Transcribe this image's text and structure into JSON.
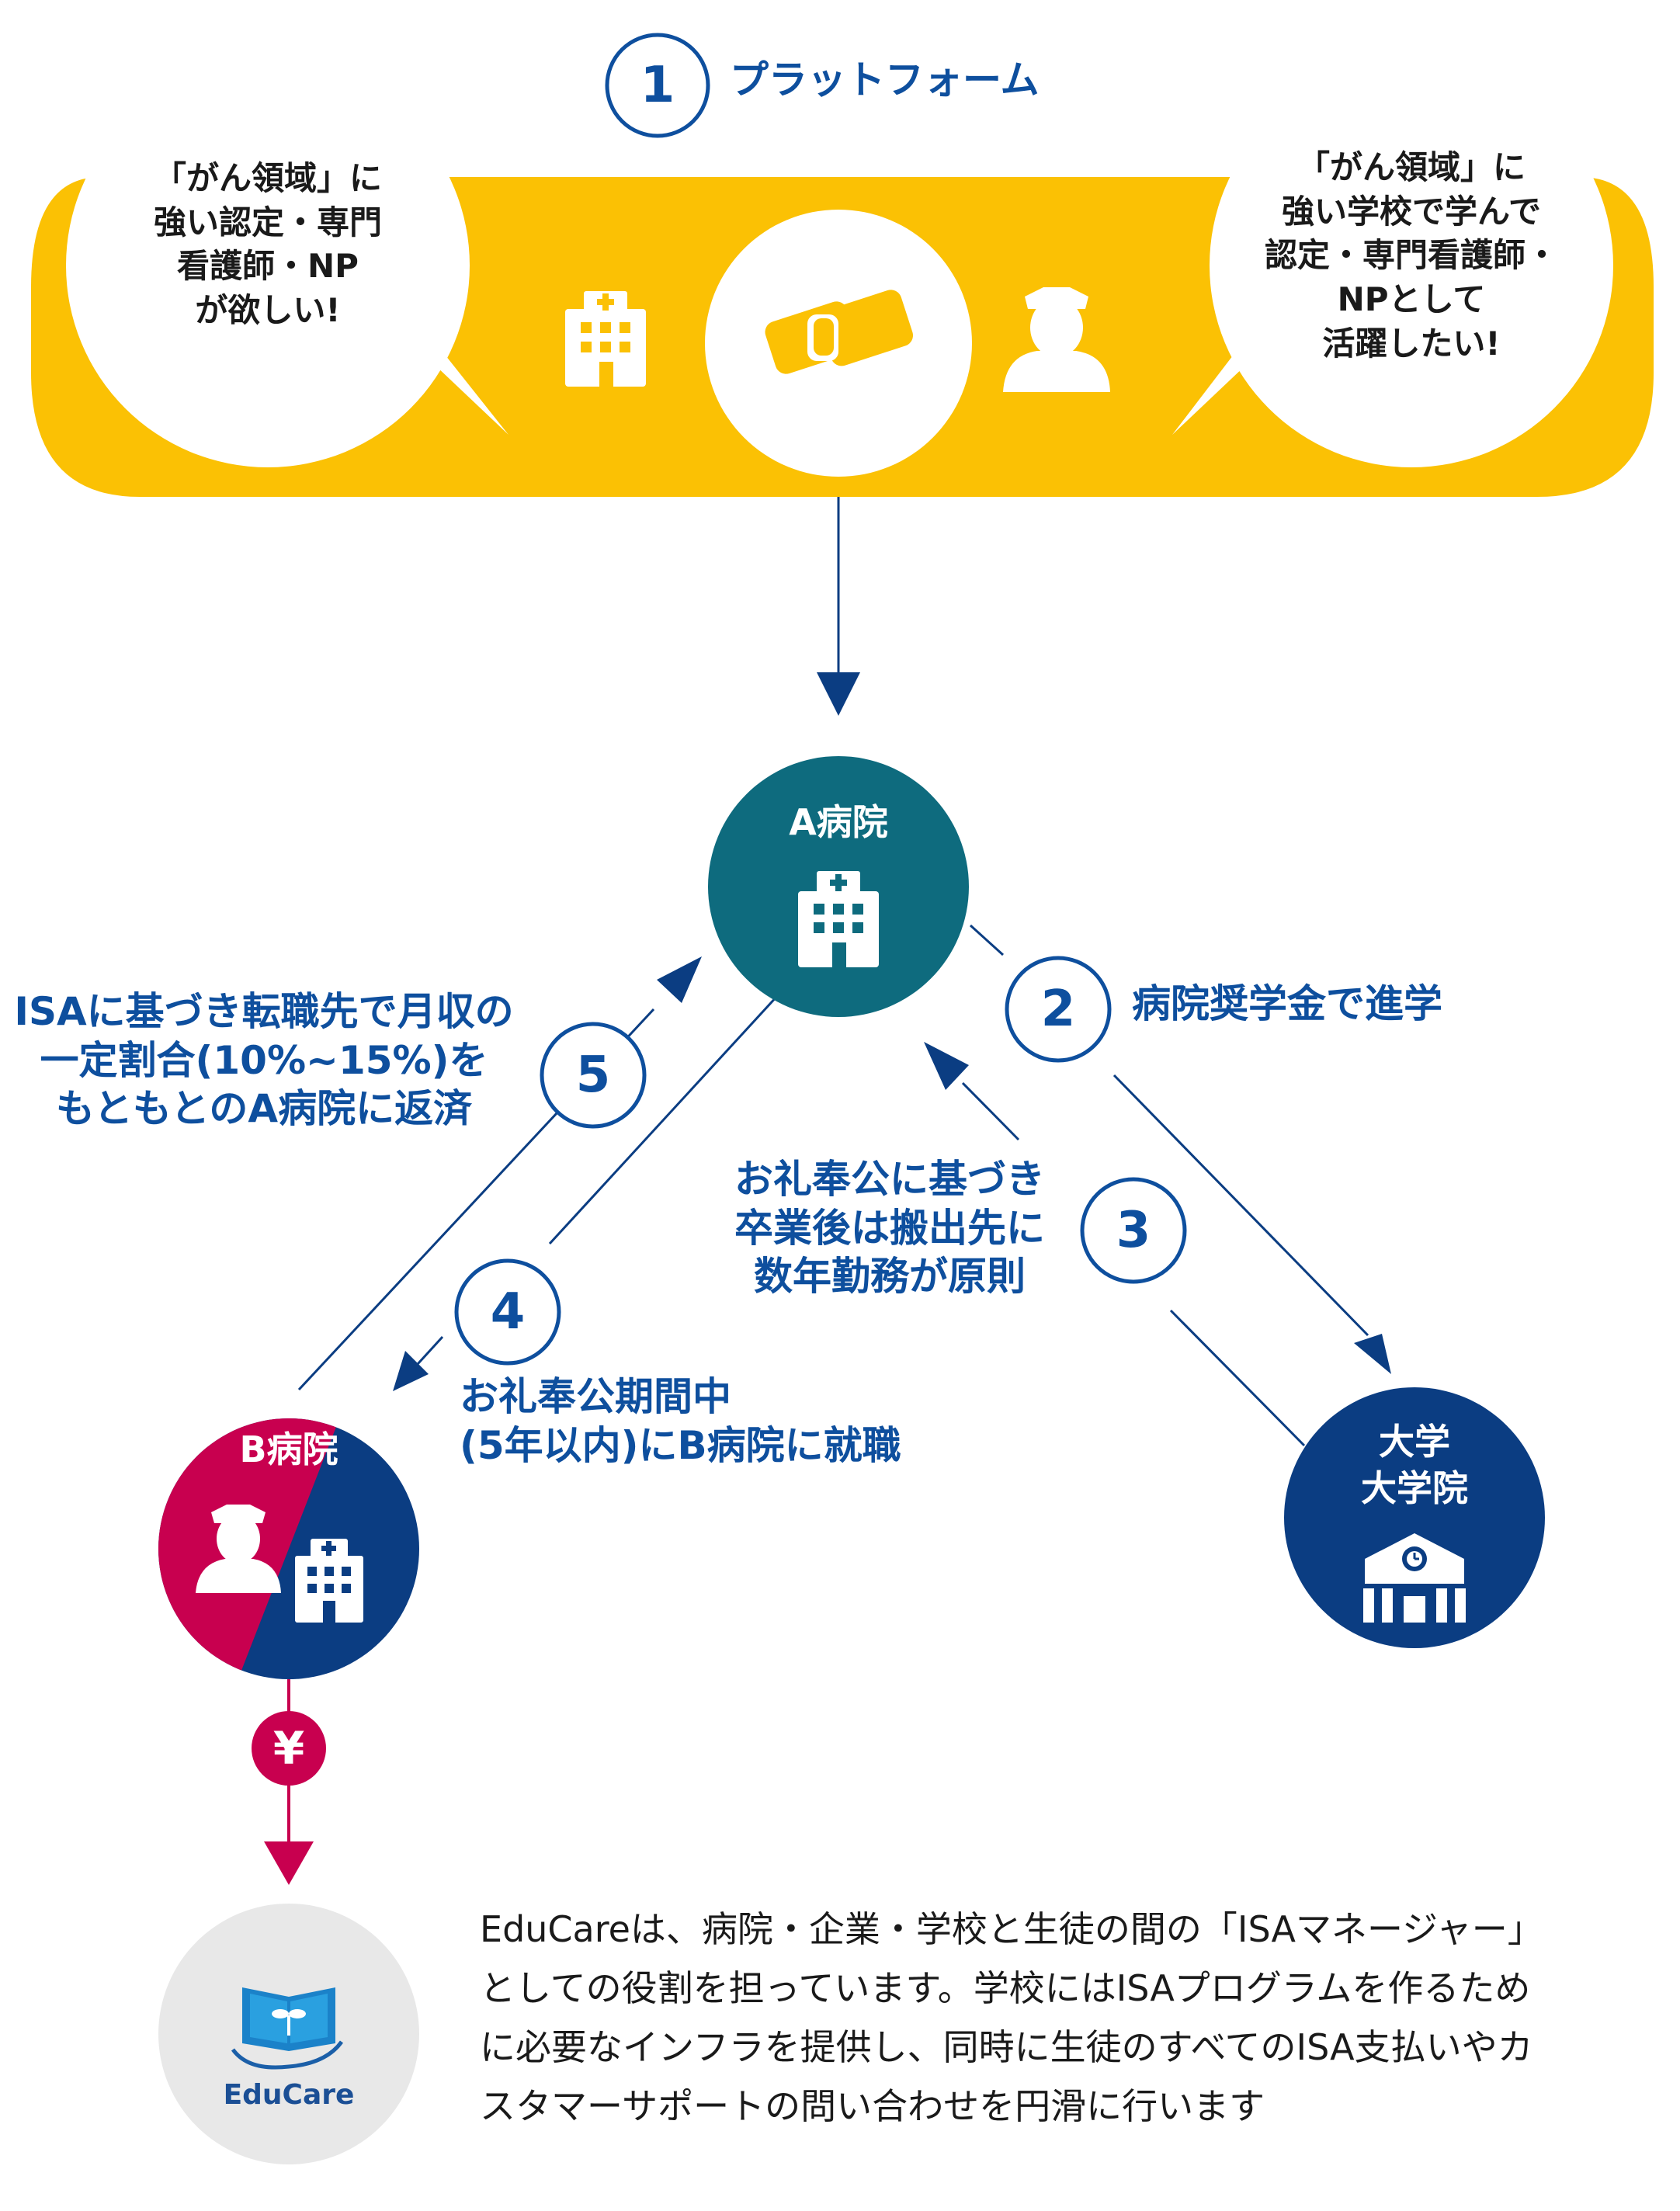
{
  "colors": {
    "brand_yellow": "#fbc104",
    "brand_blue": "#0e4f9e",
    "hospital_a_teal": "#0e6b7e",
    "hospital_b_red": "#c8004f",
    "university_navy": "#0b3d82",
    "educare_gray": "#e8e8e8"
  },
  "platform": {
    "step_number": "1",
    "title": "プラットフォーム",
    "left_bubble": [
      "「がん領域」に",
      "強い認定・専門",
      "看護師・NP",
      "が欲しい!"
    ],
    "right_bubble": [
      "「がん領域」に",
      "強い学校で学んで",
      "認定・専門看護師・",
      "NPとして",
      "活躍したい!"
    ],
    "icons": [
      "hospital-icon",
      "handshake-icon",
      "nurse-icon"
    ]
  },
  "nodes": {
    "hospital_a": {
      "label": "A病院",
      "icon": "hospital-icon"
    },
    "hospital_b": {
      "label": "B病院",
      "icons": [
        "nurse-icon",
        "hospital-icon"
      ]
    },
    "university": {
      "label_lines": [
        "大学",
        "大学院"
      ],
      "icon": "school-icon"
    },
    "educare": {
      "logo_text": "EduCare",
      "icon": "book-sprout-icon"
    },
    "yen": {
      "symbol": "¥"
    }
  },
  "steps": {
    "s2": {
      "number": "2",
      "text": "病院奨学金で進学"
    },
    "s3": {
      "number": "3",
      "lines": [
        "お礼奉公に基づき",
        "卒業後は搬出先に",
        "数年勤務が原則"
      ]
    },
    "s4": {
      "number": "4",
      "lines": [
        "お礼奉公期間中",
        "(5年以内)にB病院に就職"
      ]
    },
    "s5": {
      "number": "5",
      "lines": [
        "ISAに基づき転職先で月収の",
        "一定割合(10%~15%)を",
        "もともとのA病院に返済"
      ]
    }
  },
  "description": {
    "lines": [
      "EduCareは、病院・企業・学校と生徒の間の「ISAマネージャー」",
      "としての役割を担っています。学校にはISAプログラムを作るため",
      "に必要なインフラを提供し、同時に生徒のすべてのISA支払いやカ",
      "スタマーサポートの問い合わせを円滑に行います"
    ]
  }
}
